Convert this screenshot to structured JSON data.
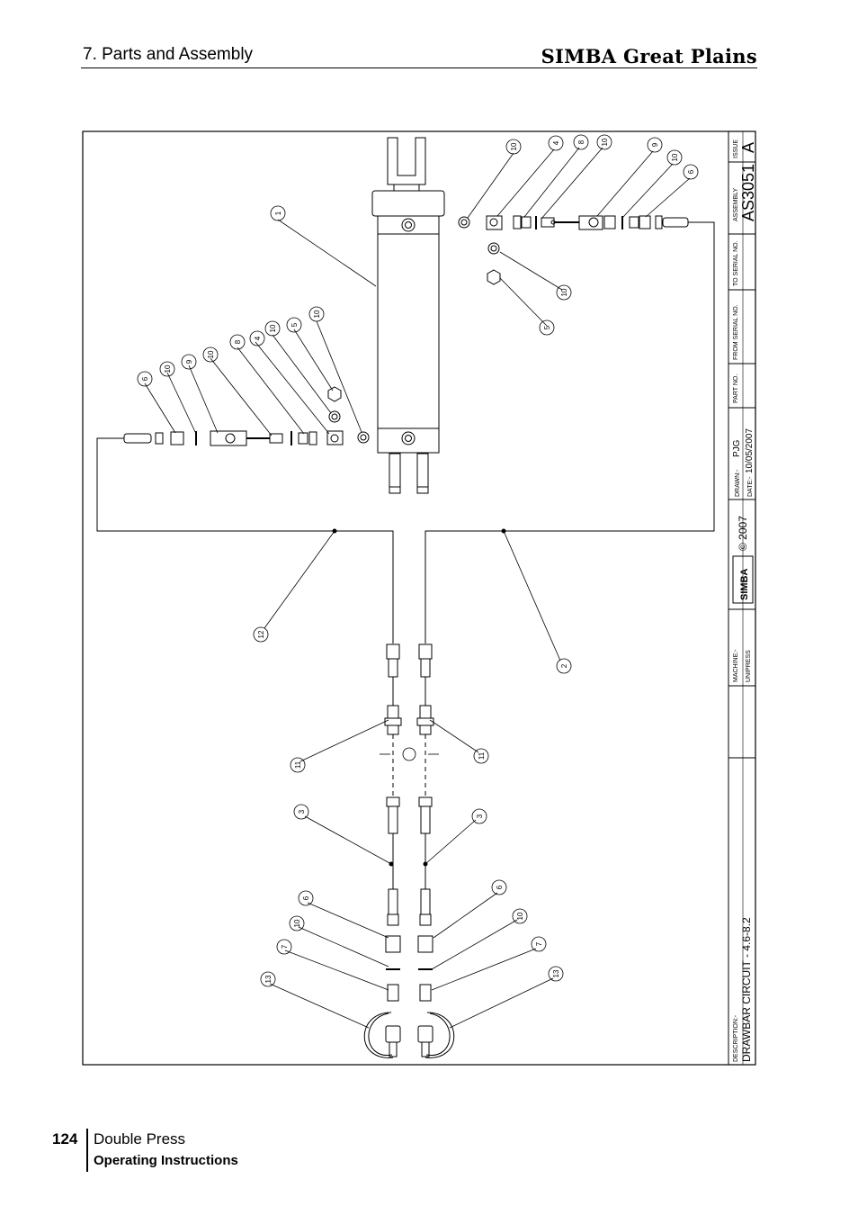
{
  "header": {
    "section": "7. Parts and Assembly",
    "brand": "SIMBA Great Plains"
  },
  "title_block": {
    "issue_label": "ISSUE",
    "issue_value": "A",
    "assembly_label": "ASSEMBLY",
    "assembly_value": "AS3051",
    "to_serial_label": "TO SERIAL NO.",
    "from_serial_label": "FROM SERIAL NO.",
    "part_no_label": "PART NO.",
    "drawn_label": "DRAWN:-",
    "drawn_value": "PJG",
    "date_label": "DATE:-",
    "date_value": "10/05/2007",
    "copyright": "© 2007",
    "logo_text": "SIMBA",
    "machine_label": "MACHINE:-",
    "machine_value": "UNIPRESS",
    "description_label": "DESCRIPTION:-",
    "description_value": "DRAWBAR CIRCUIT - 4.6-8.2"
  },
  "balloons": {
    "b1": "1",
    "b2": "2",
    "b3": "3",
    "b4": "4",
    "b5": "5",
    "b6": "6",
    "b7": "7",
    "b8": "8",
    "b9": "9",
    "b10": "10",
    "b11": "11",
    "b12": "12",
    "b13": "13"
  },
  "footer": {
    "page_number": "124",
    "title": "Double Press",
    "subtitle": "Operating Instructions"
  }
}
